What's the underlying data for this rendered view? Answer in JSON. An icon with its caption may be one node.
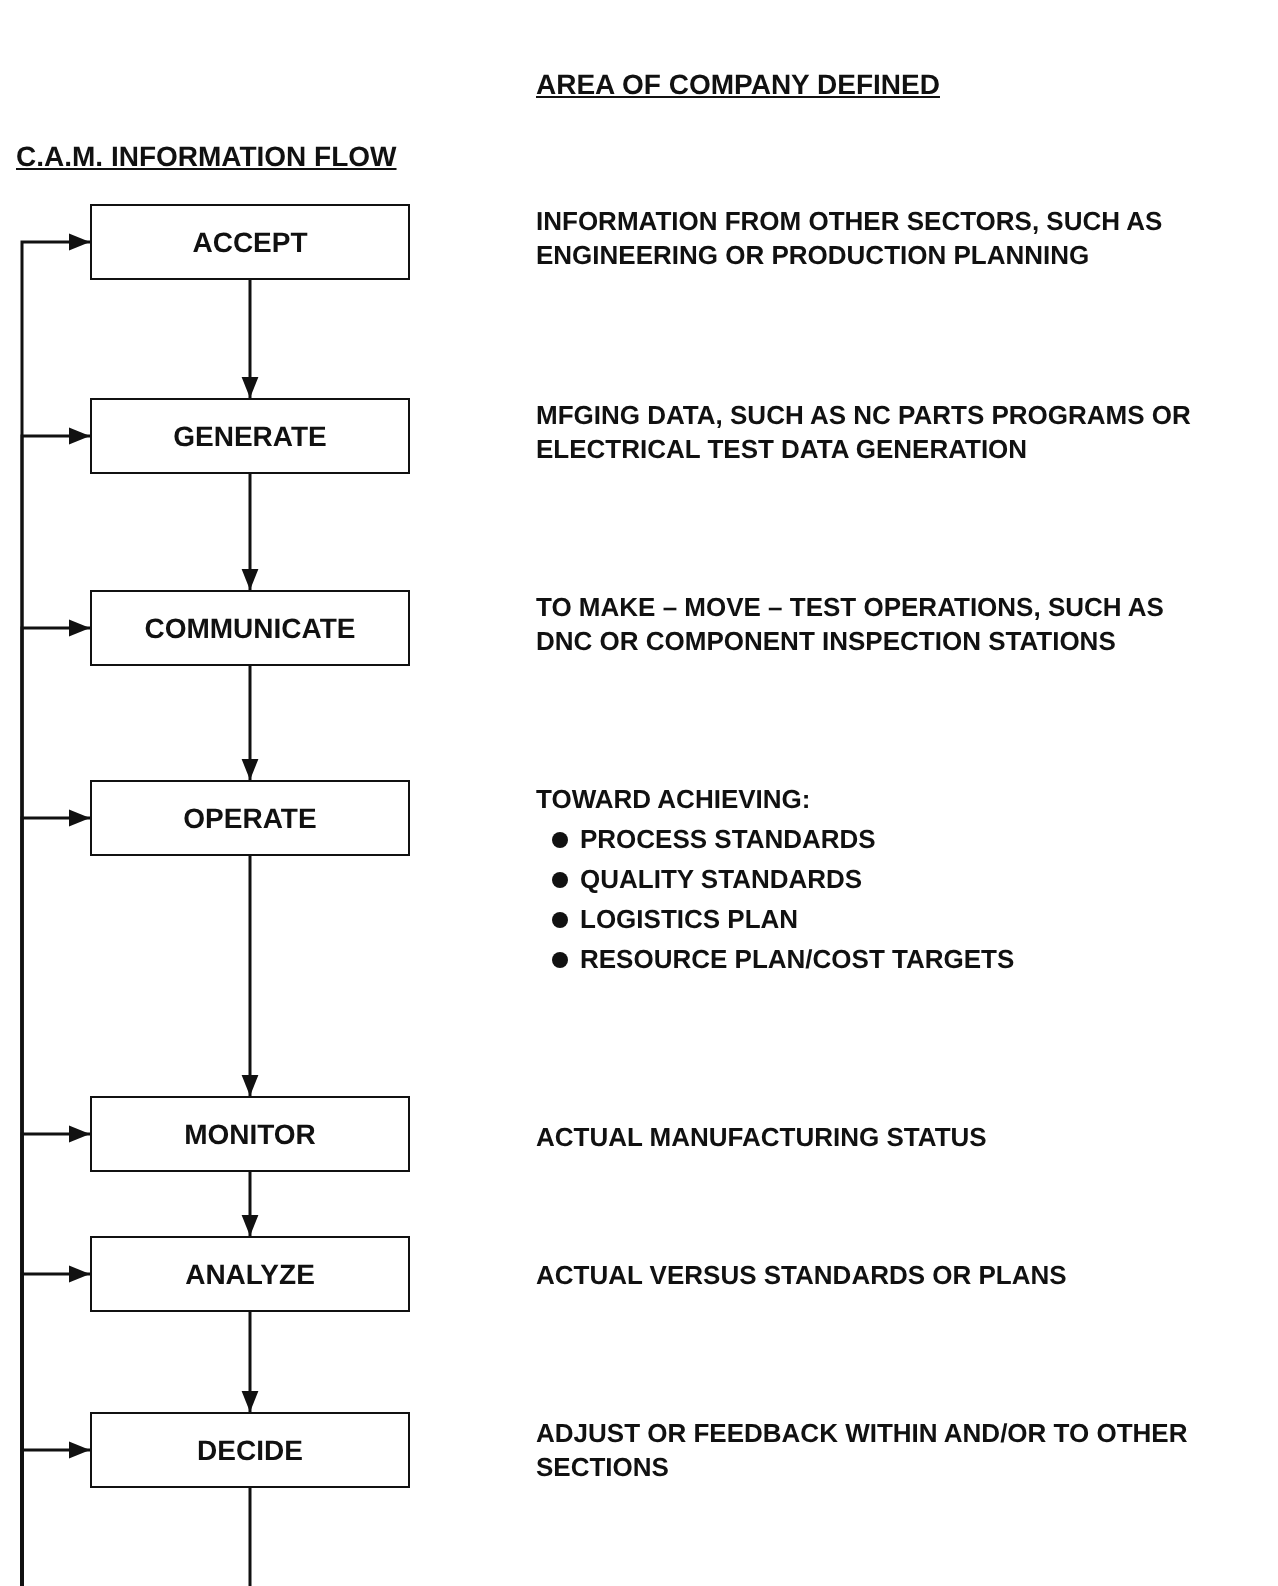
{
  "diagram": {
    "title": "AREA OF COMPANY DEFINED",
    "labels": [
      "C.A.M. INFORMATION FLOW",
      "INFORMATION FROM OTHER SECTORS, SUCH AS ENGINEERING OR PRODUCTION PLANNING",
      "MFGING DATA, SUCH AS NC PARTS PROGRAMS OR ELECTRICAL TEST DATA GENERATION",
      "TO MAKE – MOVE – TEST OPERATIONS, SUCH AS DNC OR COMPONENT INSPECTION STATIONS",
      "TOWARD ACHIEVING:",
      "PROCESS STANDARDS",
      "QUALITY STANDARDS",
      "LOGISTICS PLAN",
      "RESOURCE PLAN/COST TARGETS",
      "ACTUAL MANUFACTURING STATUS",
      "ACTUAL VERSUS STANDARDS OR PLANS",
      "ADJUST OR FEEDBACK WITHIN AND/OR TO OTHER SECTIONS"
    ],
    "nodes": [
      {
        "text": [
          "ACCEPT"
        ]
      },
      {
        "text": [
          "GENERATE"
        ]
      },
      {
        "text": [
          "COMMUNICATE"
        ]
      },
      {
        "text": [
          "OPERATE"
        ]
      },
      {
        "text": [
          "MONITOR"
        ]
      },
      {
        "text": [
          "ANALYZE"
        ]
      },
      {
        "text": [
          "DECIDE"
        ]
      }
    ],
    "edges": [
      {
        "from": 0,
        "to": 1,
        "arrow": "to"
      },
      {
        "from": 1,
        "to": 2,
        "arrow": "to"
      },
      {
        "from": 2,
        "to": 3,
        "arrow": "to"
      },
      {
        "from": 3,
        "to": 4,
        "arrow": "to"
      },
      {
        "from": 4,
        "to": 5,
        "arrow": "to"
      },
      {
        "from": 5,
        "to": 6,
        "arrow": "to"
      },
      {
        "from": null,
        "to": 0,
        "arrow": "to"
      },
      {
        "from": null,
        "to": 1,
        "arrow": "to"
      },
      {
        "from": null,
        "to": 2,
        "arrow": "to"
      },
      {
        "from": null,
        "to": 3,
        "arrow": "to"
      },
      {
        "from": null,
        "to": 4,
        "arrow": "to"
      },
      {
        "from": null,
        "to": 5,
        "arrow": "to"
      },
      {
        "from": null,
        "to": 6,
        "arrow": "to"
      },
      {
        "from": 6,
        "to": null,
        "arrow": "none"
      }
    ]
  }
}
